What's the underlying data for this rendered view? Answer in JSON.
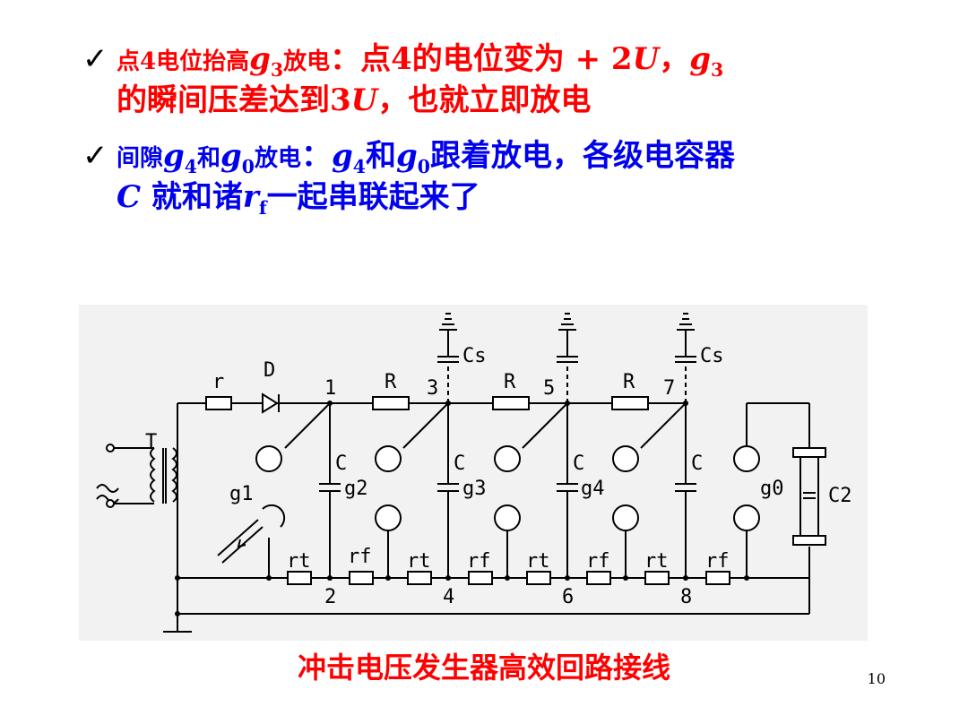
{
  "bullet1": {
    "check": "✓",
    "lead_a": "点4电位抬高",
    "lead_g": "g",
    "lead_sub": "3",
    "lead_b": "放电",
    "colon": "：",
    "text_a": "点4的电位变为 + 2",
    "text_u": "U",
    "text_b": "，",
    "text_g": "g",
    "text_sub": "3",
    "line2_a": "的瞬间压差达到3",
    "line2_u": "U",
    "line2_b": "，也就立即放电"
  },
  "bullet2": {
    "check": "✓",
    "lead_a": "间隙",
    "lead_g4": "g",
    "lead_g4_sub": "4",
    "lead_b": "和",
    "lead_g0": "g",
    "lead_g0_sub": "0",
    "lead_c": "放电",
    "colon": "：",
    "text_g4": "g",
    "text_g4_sub": "4",
    "text_a": "和",
    "text_g0": "g",
    "text_g0_sub": "0",
    "text_b": "跟着放电，各级电容器",
    "line2_c": "C",
    "line2_a": " 就和诸",
    "line2_r": "r",
    "line2_rsub": "f",
    "line2_b": "一起串联起来了"
  },
  "circuit_labels": {
    "D": "D",
    "r": "r",
    "n1": "1",
    "R1": "R",
    "n3": "3",
    "R2": "R",
    "n5": "5",
    "R3": "R",
    "n7": "7",
    "Cs1": "Cs",
    "Cs2": "Cs",
    "T": "T",
    "C1": "C",
    "C2": "C",
    "C3": "C",
    "C4": "C",
    "g1": "g1",
    "g2": "g2",
    "g3": "g3",
    "g4": "g4",
    "g0": "g0",
    "Cap2": "C2",
    "rt1": "rt",
    "rf1": "rf",
    "rt2": "rt",
    "rf2": "rf",
    "rt3": "rt",
    "rf3": "rf",
    "rt4": "rt",
    "rf4": "rf",
    "n2": "2",
    "n4": "4",
    "n6": "6",
    "n8": "8"
  },
  "caption": "冲击电压发生器高效回路接线",
  "page_number": "10"
}
